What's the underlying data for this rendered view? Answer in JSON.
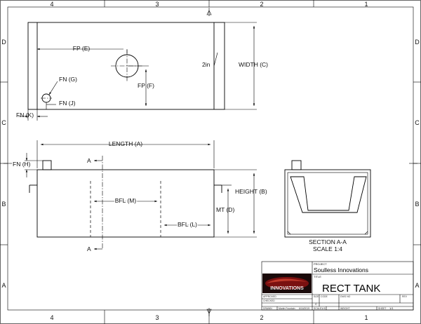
{
  "zones": {
    "top": [
      "4",
      "3",
      "2",
      "1"
    ],
    "bottom": [
      "4",
      "3",
      "2",
      "1"
    ],
    "left": [
      "D",
      "C",
      "B",
      "A"
    ],
    "right": [
      "D",
      "C",
      "B",
      "A"
    ]
  },
  "top_view": {
    "fp_e": "FP (E)",
    "fn_g": "FN (G)",
    "fn_j": "FN (J)",
    "fn_k": "FN (K)",
    "fp_f": "FP (F)",
    "two_in": "2in",
    "width": "WIDTH (C)"
  },
  "front_view": {
    "length": "LENGTH (A)",
    "fn_h": "FN (H)",
    "section_a_top": "A",
    "section_a_bottom": "A",
    "bfl_m": "BFL (M)",
    "bfl_l": "BFL (L)",
    "height": "HEIGHT (B)",
    "mt": "MT (D)"
  },
  "section_view": {
    "title": "SECTION A-A",
    "scale": "SCALE 1:4"
  },
  "title_block": {
    "project_caption": "PROJECT",
    "project": "Soulless Innovations",
    "title_caption": "TITLE",
    "title": "RECT TANK",
    "logo_text": "INNOVATIONS",
    "approved": "APPROVED",
    "checked": "CHECKED",
    "drawn": "DRAWN",
    "drawn_by": "Martin Fountain",
    "drawn_date": "6/16/2019",
    "size_caption": "SIZE",
    "size": "C",
    "code_caption": "CODE",
    "dwg_caption": "DWG NO",
    "rev_caption": "REV",
    "scale_caption": "SCALE",
    "scale": "1:5",
    "weight_caption": "WEIGHT",
    "sheet_caption": "SHEET",
    "sheet": "1/1"
  }
}
